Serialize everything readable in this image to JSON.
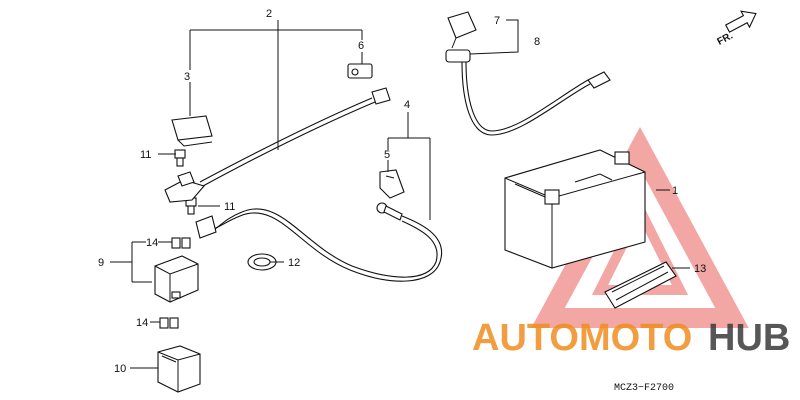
{
  "callouts": {
    "c1": "1",
    "c2": "2",
    "c3": "3",
    "c4": "4",
    "c5": "5",
    "c6": "6",
    "c7": "7",
    "c8": "8",
    "c9": "9",
    "c10": "10",
    "c11a": "11",
    "c11b": "11",
    "c12": "12",
    "c13": "13",
    "c14a": "14",
    "c14b": "14"
  },
  "direction_label": "FR.",
  "diagram_code": "MCZ3−F2700",
  "watermark": {
    "part1": "AUTOMOTO",
    "part2": "HUB",
    "color_primary": "#f08c1e",
    "color_secondary": "#3a3a3a",
    "logo_color": "#e8605a"
  }
}
